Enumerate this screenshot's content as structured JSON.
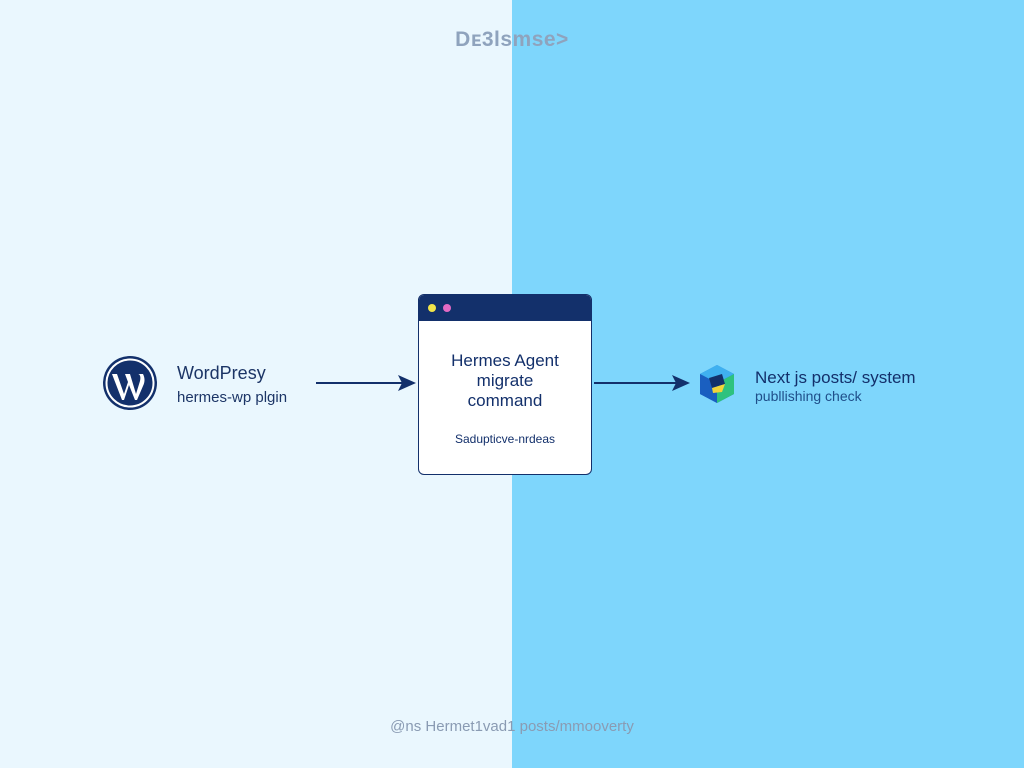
{
  "header": {
    "title": "Dᴇ3lsmse>"
  },
  "source": {
    "icon": "wordpress-logo",
    "title": "WordPresy",
    "subtitle": "hermes-wp plgin"
  },
  "agent": {
    "title_lines": [
      "Hermes Agent",
      "migrate",
      "command"
    ],
    "caption": "Sadupticve-nrdeas"
  },
  "target": {
    "icon": "nextjs-cube-icon",
    "title": "Next js posts/ system",
    "subtitle": "publlishing check"
  },
  "footer": {
    "text": "@ns Hermet1vad1 posts/mmooverty"
  },
  "colors": {
    "left_background": "#eaf7fe",
    "right_background": "#7ed6fc",
    "navy": "#13306b",
    "title_gray": "#8fa3bd"
  }
}
